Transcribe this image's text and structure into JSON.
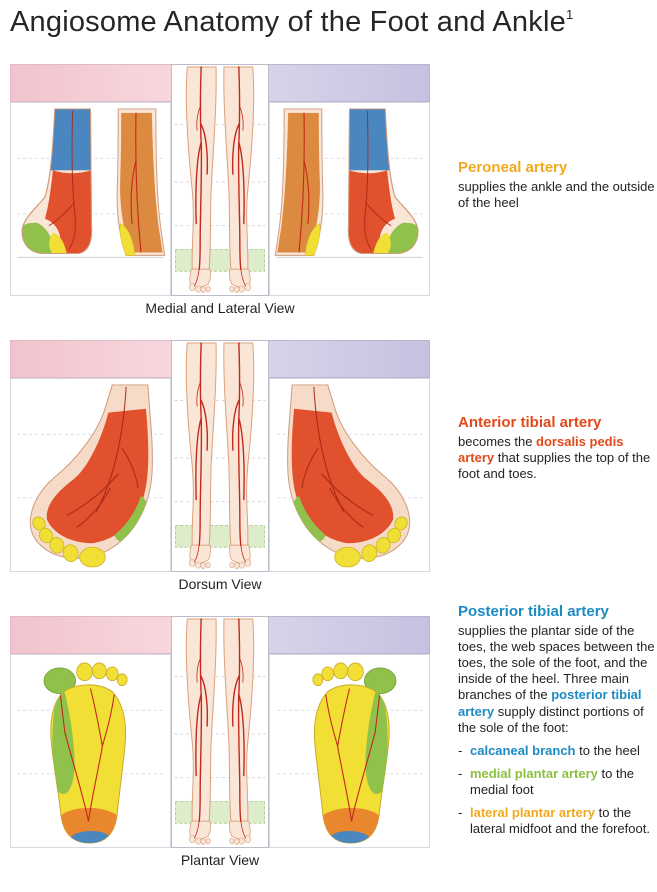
{
  "title": {
    "text": "Angiosome Anatomy of the Foot and Ankle",
    "footnote_marker": "1"
  },
  "panels": [
    {
      "caption": "Medial and Lateral View"
    },
    {
      "caption": "Dorsum View"
    },
    {
      "caption": "Plantar View"
    }
  ],
  "arteries": {
    "peroneal": {
      "heading": "Peroneal artery",
      "color": "#f2a91f",
      "body": "supplies the ankle and the outside of the heel"
    },
    "anterior_tibial": {
      "heading": "Anterior tibial artery",
      "color": "#e2491b",
      "body_pre": "becomes the ",
      "term": "dorsalis pedis artery",
      "term_color": "#e2491b",
      "body_post": " that supplies the top of the foot and toes."
    },
    "posterior_tibial": {
      "heading": "Posterior tibial artery",
      "color": "#1d8bc3",
      "body_pre": "supplies the plantar side of the toes, the web spaces between the toes, the sole of the foot, and the inside of the heel. Three main branches of the ",
      "term": "posterior tibial artery",
      "term_color": "#1d8bc3",
      "body_post": " supply distinct portions of the sole of the foot:",
      "bullets": [
        {
          "marker": "-",
          "term": "calcaneal branch",
          "term_color": "#1d8bc3",
          "rest": " to the heel"
        },
        {
          "marker": "-",
          "term": "medial plantar artery",
          "term_color": "#8cc140",
          "rest": " to the medial foot"
        },
        {
          "marker": "-",
          "term": "lateral plantar artery",
          "term_color": "#f2a91f",
          "rest": " to the lateral midfoot and the forefoot."
        }
      ]
    }
  },
  "illustration_colors": {
    "anterior_tibial_region": "#e1512d",
    "posterior_tibial_region": "#4a86c0",
    "peroneal_region": "#db8a40",
    "medial_plantar_region": "#8fc14b",
    "lateral_plantar_region": "#f2df35",
    "calcaneal_region": "#e8872d",
    "skin": "#fae6d7",
    "artery_red": "#c3281b",
    "band_pink": "#f2c3cd",
    "band_lavender": "#c5c2e0",
    "ankle_band_green": "#ddeccb"
  }
}
